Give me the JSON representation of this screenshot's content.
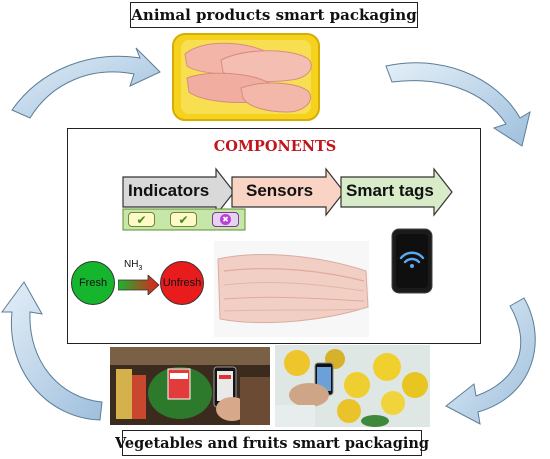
{
  "top_title": "Animal products smart packaging",
  "bottom_title": "Vegetables and fruits smart packaging",
  "components": {
    "heading": "COMPONENTS",
    "flow": [
      "Indicators",
      "Sensors",
      "Smart tags"
    ],
    "indicator_marks": [
      "check-icon",
      "check-icon",
      "x-icon"
    ],
    "freshness": {
      "fresh": "Fresh",
      "gas": "NH",
      "gas_subscript": "3",
      "unfresh": "Unfresh"
    }
  },
  "colors": {
    "components_heading": "#c0151b",
    "indicators_arrow": "#d9d9d9",
    "sensors_arrow": "#f9d3c3",
    "smart_tags_arrow": "#d8ecc9",
    "fresh": "#16b52e",
    "unfresh": "#e81c1c",
    "cycle_arrows": "#b9d4ea"
  }
}
